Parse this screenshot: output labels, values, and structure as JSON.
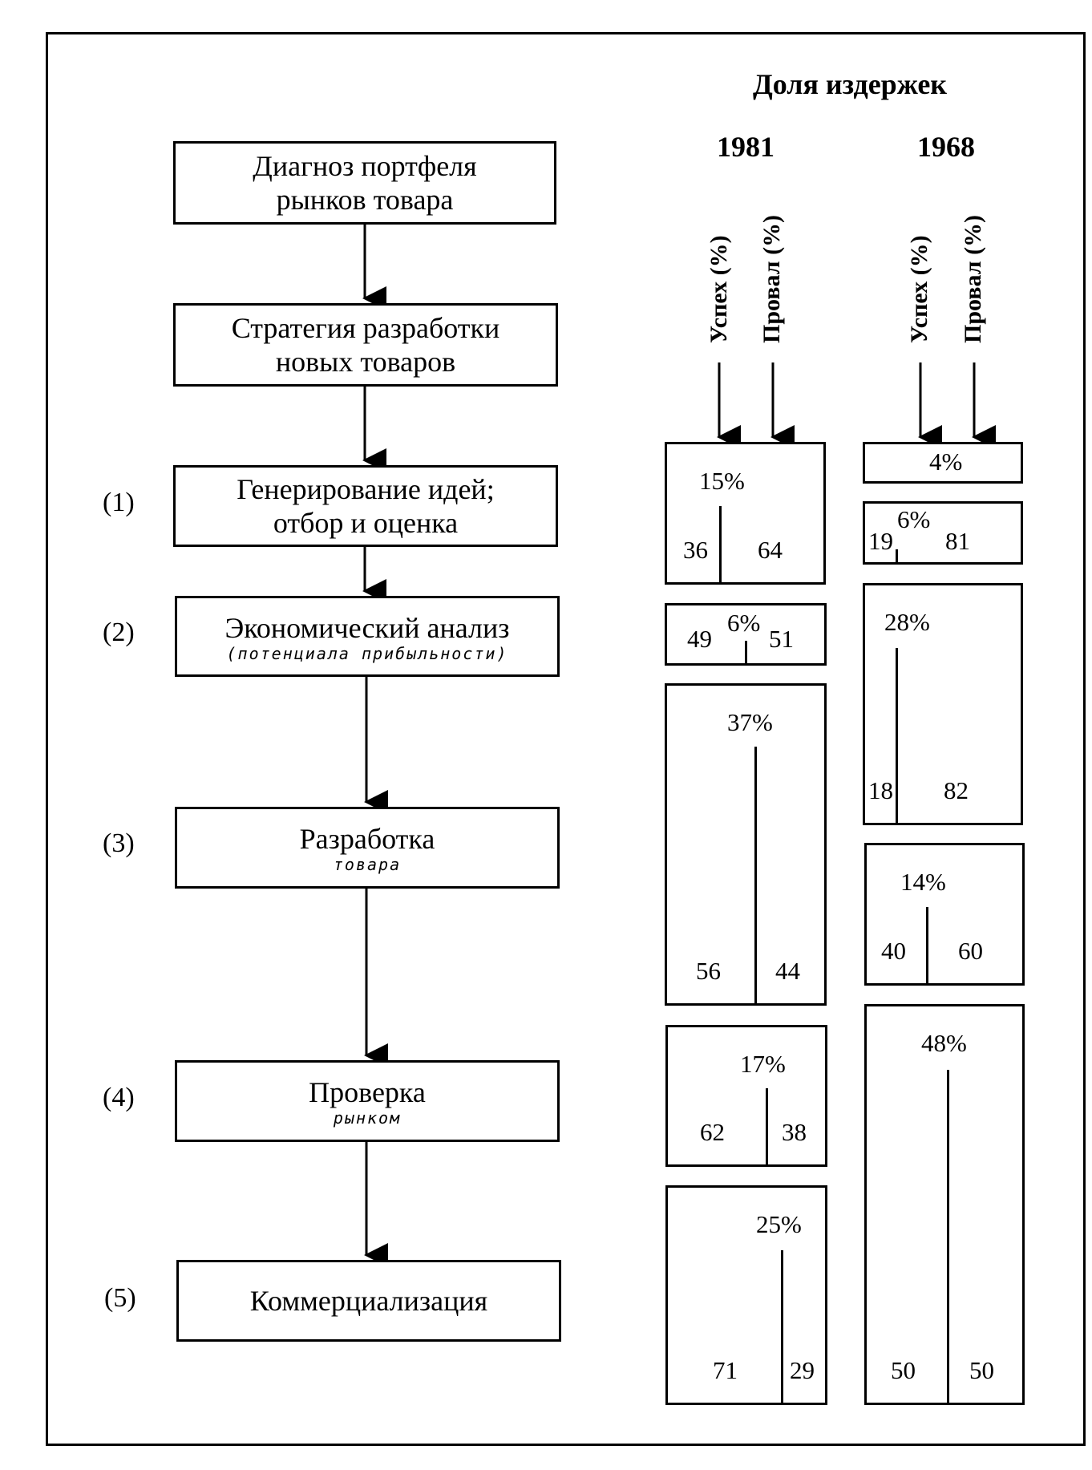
{
  "header": {
    "title": "Доля издержек",
    "year_1981": "1981",
    "year_1968": "1968",
    "success_label": "Успех (%)",
    "failure_label": "Провал (%)"
  },
  "stages": [
    {
      "number": "",
      "label_lines": [
        "Диагноз портфеля",
        "рынков товара"
      ],
      "note": ""
    },
    {
      "number": "",
      "label_lines": [
        "Стратегия разработки",
        "новых товаров"
      ],
      "note": ""
    },
    {
      "number": "(1)",
      "label_lines": [
        "Генерирование идей;",
        "отбор и оценка"
      ],
      "note": ""
    },
    {
      "number": "(2)",
      "label_lines": [
        "Экономический анализ"
      ],
      "note": "(потенциала прибыльности)"
    },
    {
      "number": "(3)",
      "label_lines": [
        "Разработка"
      ],
      "note": "товара"
    },
    {
      "number": "(4)",
      "label_lines": [
        "Проверка"
      ],
      "note": "рынком"
    },
    {
      "number": "(5)",
      "label_lines": [
        "Коммерциализация"
      ],
      "note": ""
    }
  ],
  "costs_1981": [
    {
      "stage": "(1)",
      "share": "15%",
      "success": "36",
      "failure": "64"
    },
    {
      "stage": "(2)",
      "share": "6%",
      "success": "49",
      "failure": "51"
    },
    {
      "stage": "(3)",
      "share": "37%",
      "success": "56",
      "failure": "44"
    },
    {
      "stage": "(4)",
      "share": "17%",
      "success": "62",
      "failure": "38"
    },
    {
      "stage": "(5)",
      "share": "25%",
      "success": "71",
      "failure": "29"
    }
  ],
  "costs_1968": [
    {
      "stage": "",
      "share": "4%",
      "success": "",
      "failure": ""
    },
    {
      "stage": "(1)",
      "share": "6%",
      "success": "19",
      "failure": "81"
    },
    {
      "stage": "(2)",
      "share": "28%",
      "success": "18",
      "failure": "82"
    },
    {
      "stage": "(3)",
      "share": "14%",
      "success": "40",
      "failure": "60"
    },
    {
      "stage": "(4-5)",
      "share": "48%",
      "success": "50",
      "failure": "50"
    }
  ]
}
